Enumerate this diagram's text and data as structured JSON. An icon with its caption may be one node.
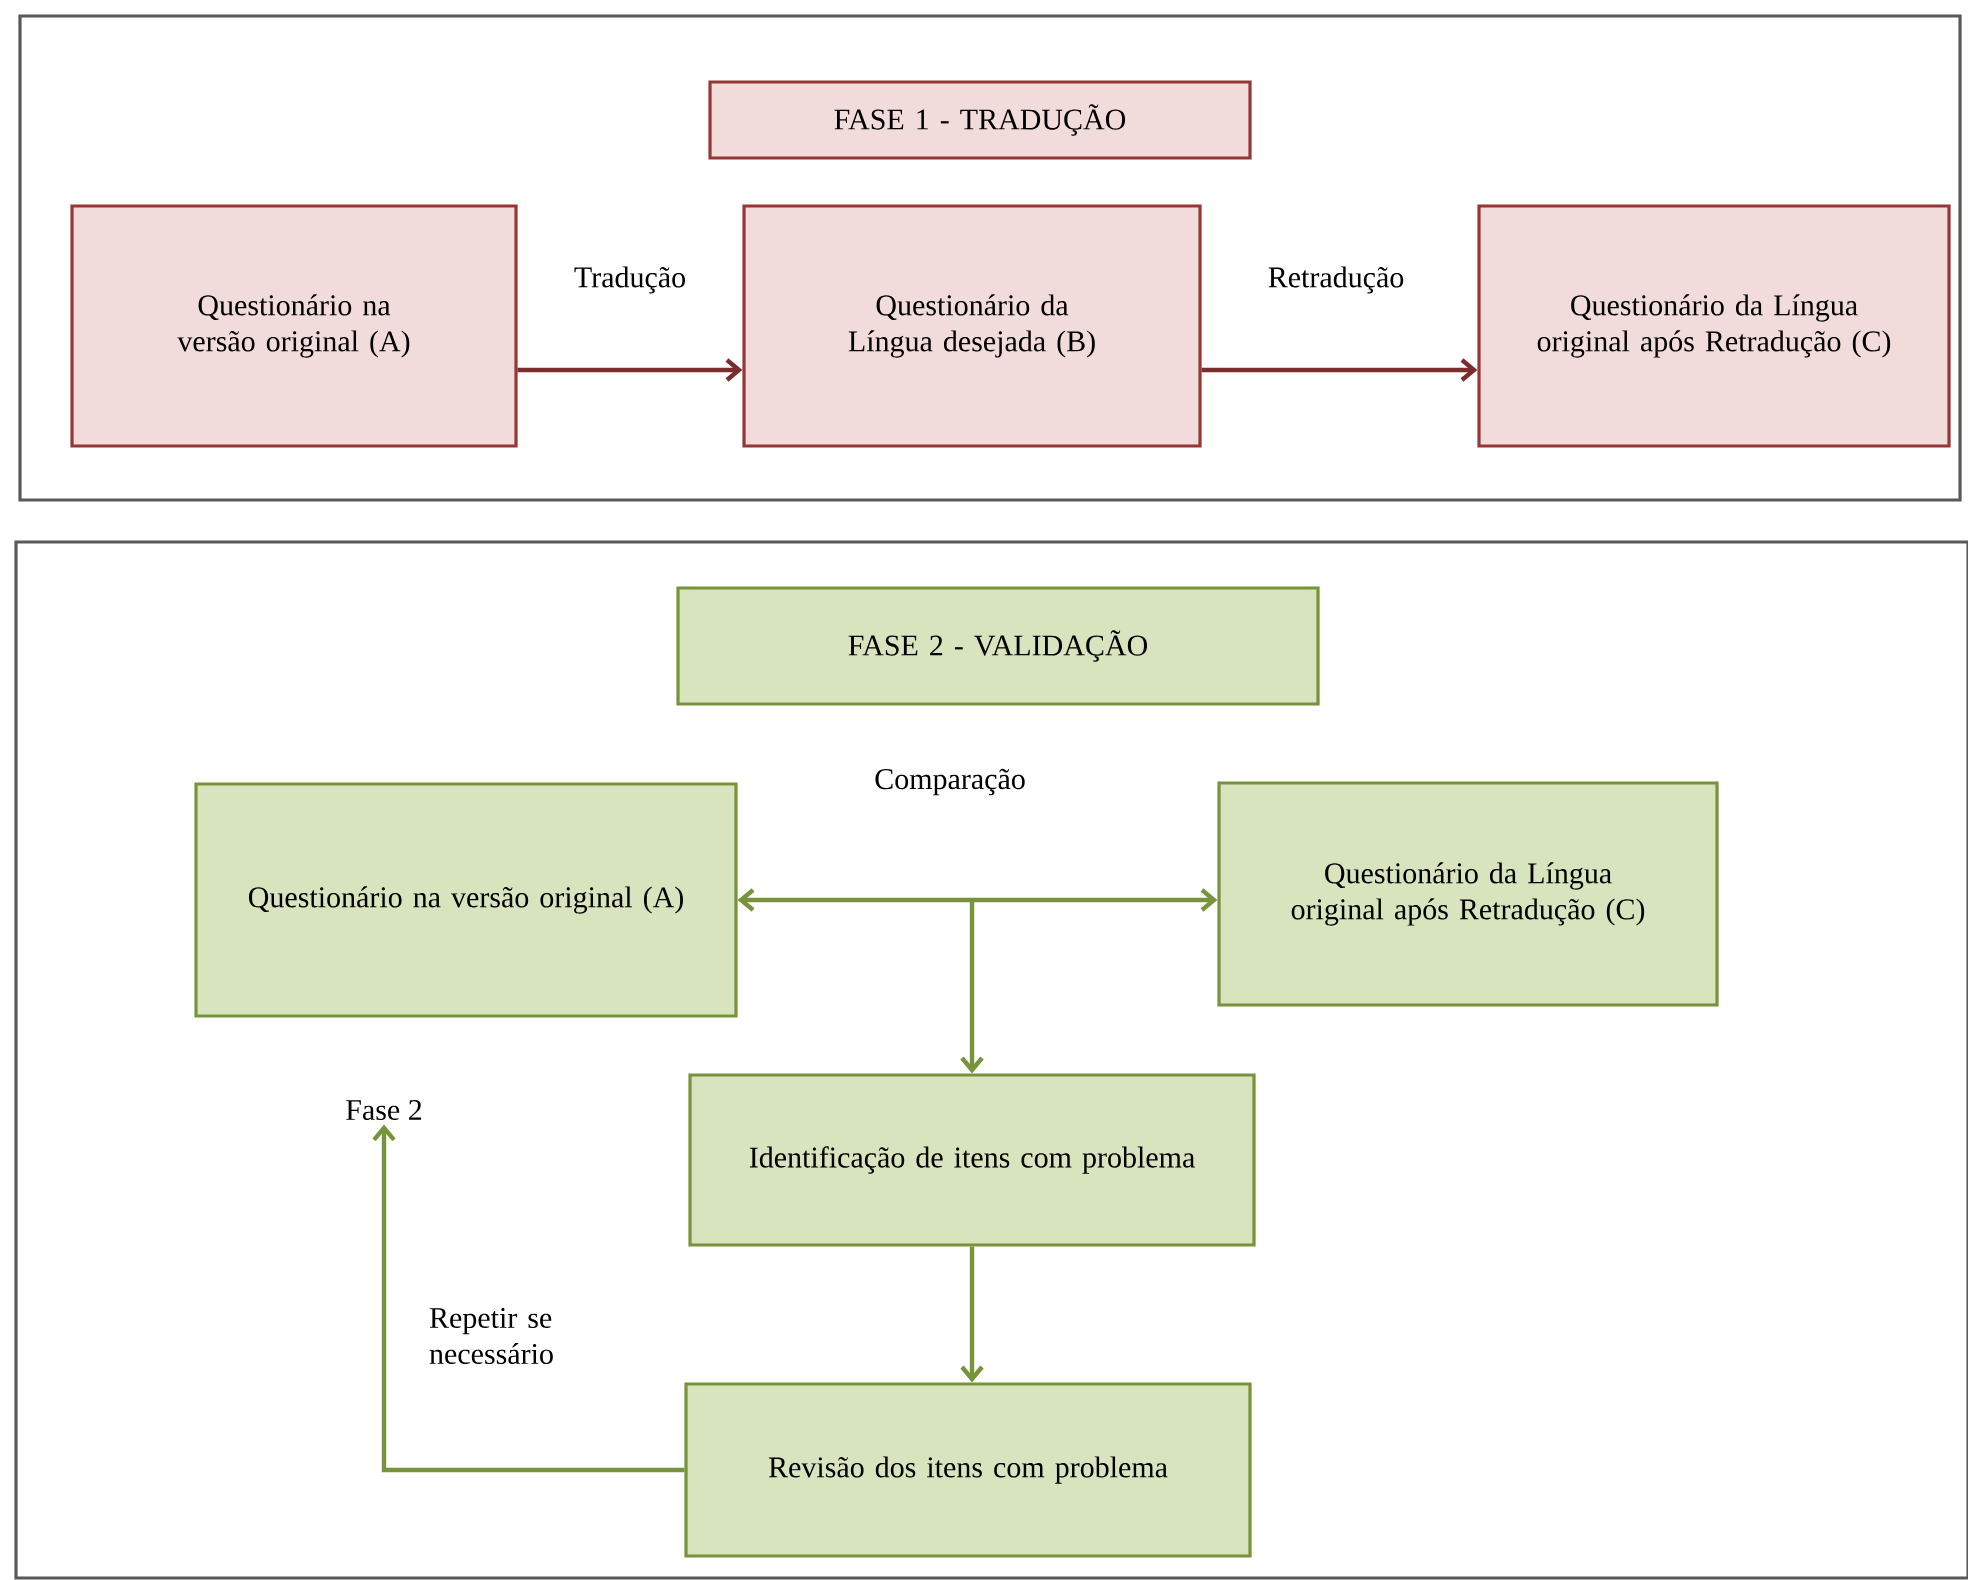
{
  "diagram": {
    "nodes": [
      {
        "text": [],
        "shape": "box"
      },
      {
        "text": [
          "FASE 1 - TRADUÇÃO"
        ],
        "in": 0
      },
      {
        "text": [
          "Questionário na versão original (A)"
        ],
        "in": 0
      },
      {
        "text": [
          "Questionário da Língua desejada (B)"
        ],
        "in": 0
      },
      {
        "text": [
          "Questionário da Língua original após Retradução (C)"
        ],
        "in": 0
      },
      {
        "text": [],
        "shape": "box"
      },
      {
        "text": [
          "FASE 2 - VALIDAÇÃO"
        ],
        "in": 5
      },
      {
        "text": [
          "Questionário na versão original (A)"
        ],
        "in": 5
      },
      {
        "text": [
          "Questionário da Língua original após Retradução (C)"
        ],
        "in": 5
      },
      {
        "text": [
          "Identificação de itens com problema"
        ],
        "in": 5
      },
      {
        "text": [
          "Revisão dos itens com problema"
        ],
        "in": 5
      },
      {
        "text": [
          "Fase 2"
        ],
        "in": 5
      }
    ],
    "edges": [
      {
        "from": 2,
        "to": 3,
        "arrow": "to",
        "label": "Tradução",
        "color": "#7b2c2c"
      },
      {
        "from": 3,
        "to": 4,
        "arrow": "to",
        "label": "Retradução",
        "color": "#7b2c2c"
      },
      {
        "from": 7,
        "to": 8,
        "arrow": "both",
        "label": "Comparação"
      },
      {
        "from": null,
        "to": 9,
        "arrow": "to"
      },
      {
        "from": 9,
        "to": 10,
        "arrow": "to"
      },
      {
        "from": 10,
        "to": 11,
        "arrow": "to",
        "label": "Repetir se necessário"
      }
    ]
  }
}
